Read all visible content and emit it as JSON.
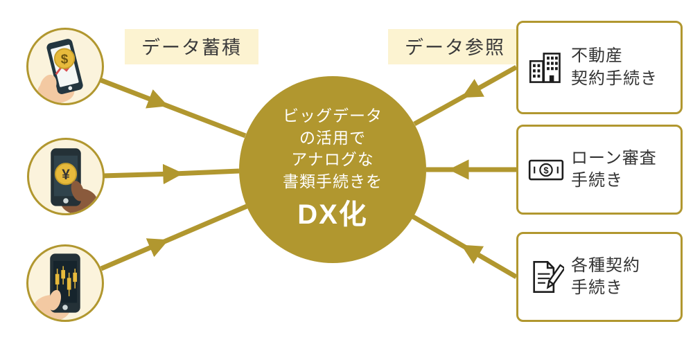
{
  "colors": {
    "accent_gold": "#b1972f",
    "cream_fill": "#fbf3dc",
    "label_bg": "#fcf3d1",
    "coin_gold": "#e7ba3c",
    "text_dark": "#333333",
    "center_text": "#ffffff"
  },
  "labels": {
    "left": "データ蓄積",
    "right": "データ参照"
  },
  "center": {
    "lines": [
      "ビッグデータ",
      "の活用で",
      "アナログな",
      "書類手続きを"
    ],
    "highlight": "DX化"
  },
  "left_icons": [
    {
      "name": "smartphone-dollar-chart-icon"
    },
    {
      "name": "smartphone-yen-coin-icon"
    },
    {
      "name": "smartphone-candlestick-icon"
    }
  ],
  "right_boxes": [
    {
      "icon": "building-icon",
      "lines": [
        "不動産",
        "契約手続き"
      ]
    },
    {
      "icon": "money-bill-icon",
      "lines": [
        "ローン審査",
        "手続き"
      ]
    },
    {
      "icon": "contract-pen-icon",
      "lines": [
        "各種契約",
        "手続き"
      ]
    }
  ]
}
